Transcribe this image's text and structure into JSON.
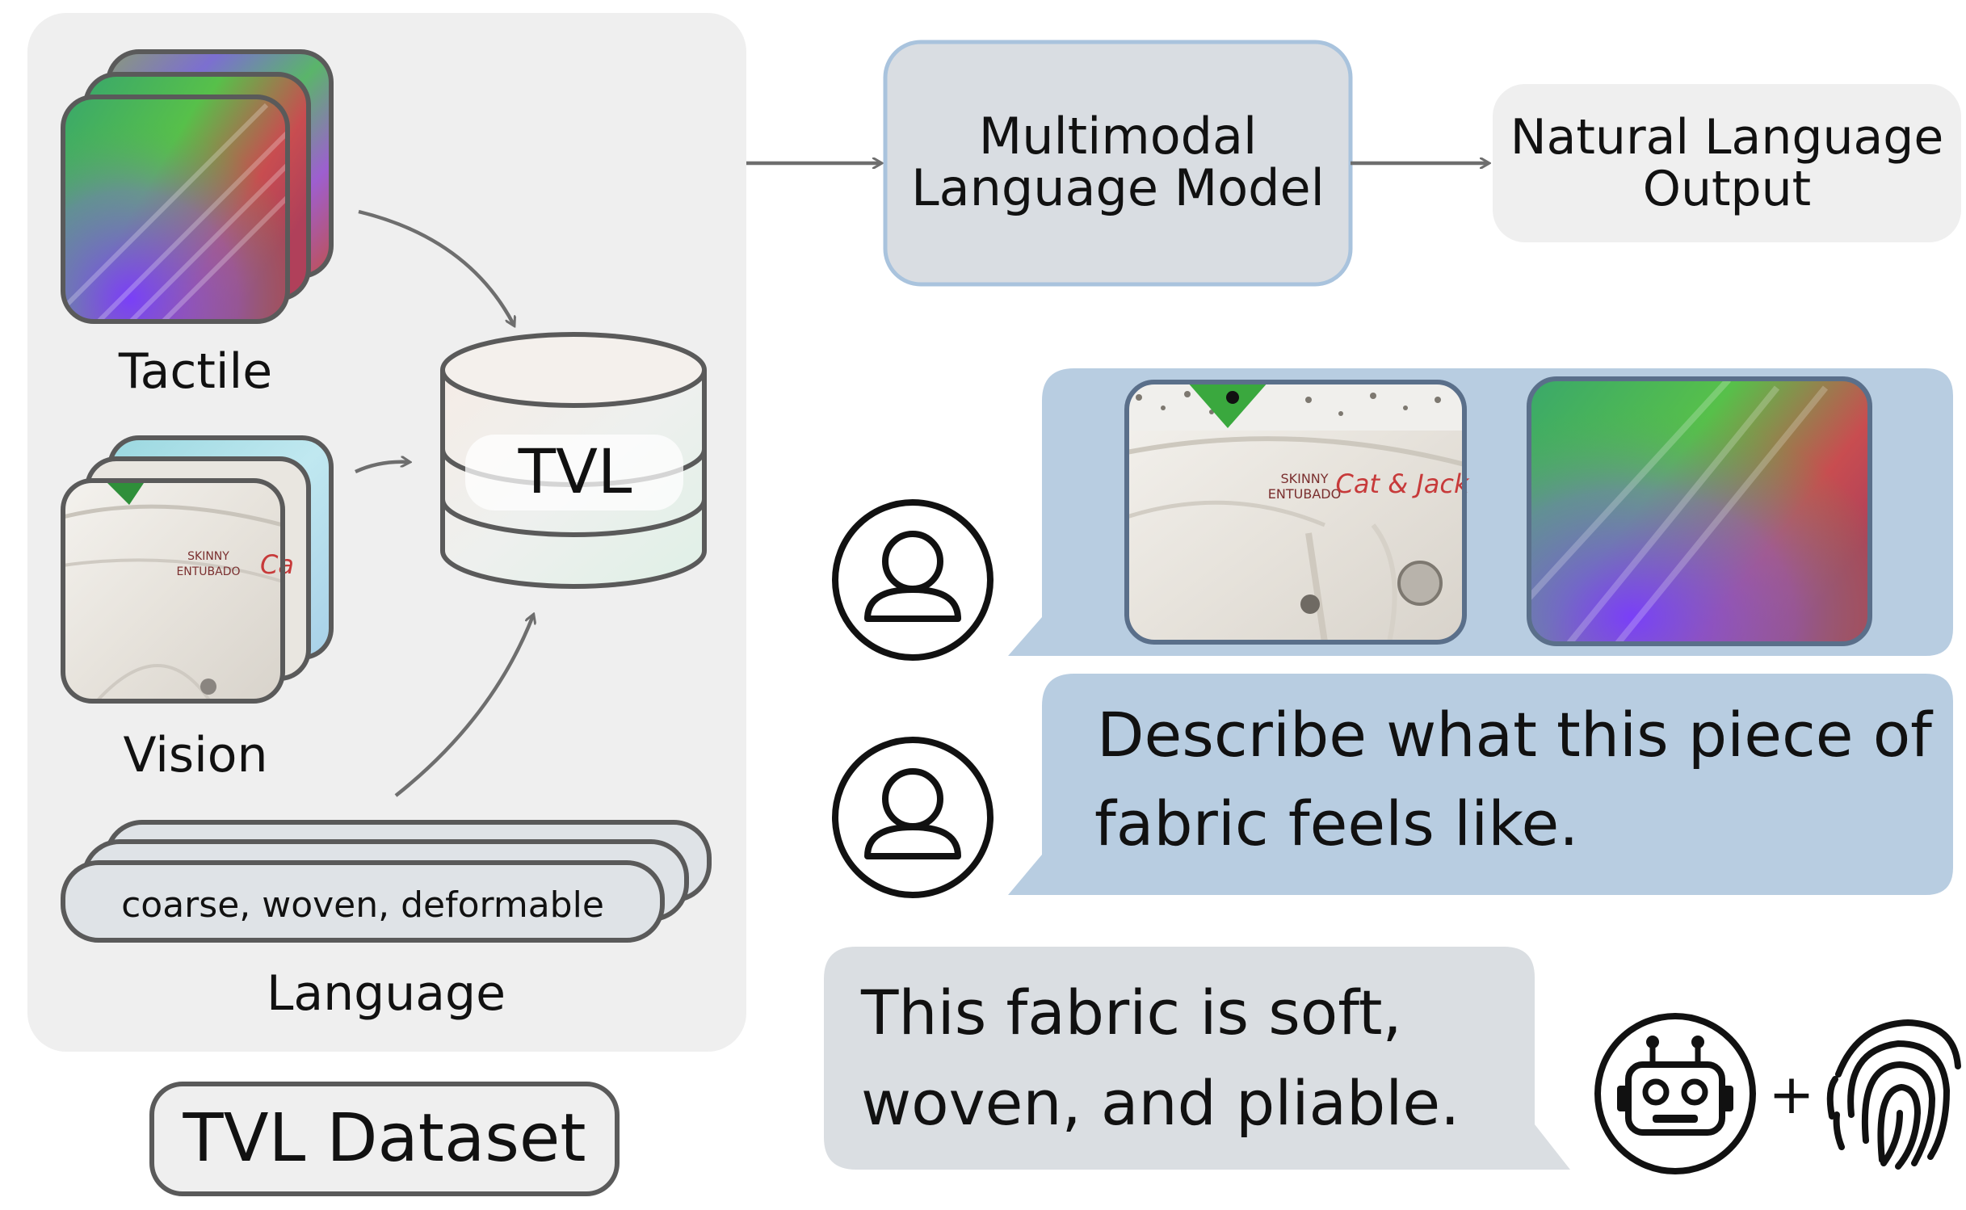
{
  "dataset_panel": {
    "tactile_label": "Tactile",
    "vision_label": "Vision",
    "language_label": "Language",
    "language_sample": "coarse, woven, deformable",
    "database_label": "TVL",
    "dataset_title": "TVL Dataset"
  },
  "pipeline": {
    "model_label_line1": "Multimodal",
    "model_label_line2": "Language Model",
    "output_label_line1": "Natural Language",
    "output_label_line2": "Output"
  },
  "chat": {
    "image_tag_small": "SKINNY",
    "image_tag_small2": "ENTUBADO",
    "image_brand": "Cat & Jack",
    "image_brand_fragment": "Ca",
    "user_prompt_line1": "Describe what this piece of",
    "user_prompt_line2": "fabric feels like.",
    "response_line1": "This fabric is soft,",
    "response_line2": "woven, and pliable.",
    "plus_sign": "+"
  },
  "icons": {
    "user_icon": "person-outline-icon",
    "robot_icon": "robot-icon",
    "fingerprint_icon": "fingerprint-icon"
  },
  "colors": {
    "panel_bg": "#efefef",
    "bubble_blue": "#b8cde1",
    "bubble_gray": "#dadee2",
    "model_box": "#d9dde2",
    "model_border": "#a9c3dd",
    "stroke": "#5a5a5a"
  }
}
